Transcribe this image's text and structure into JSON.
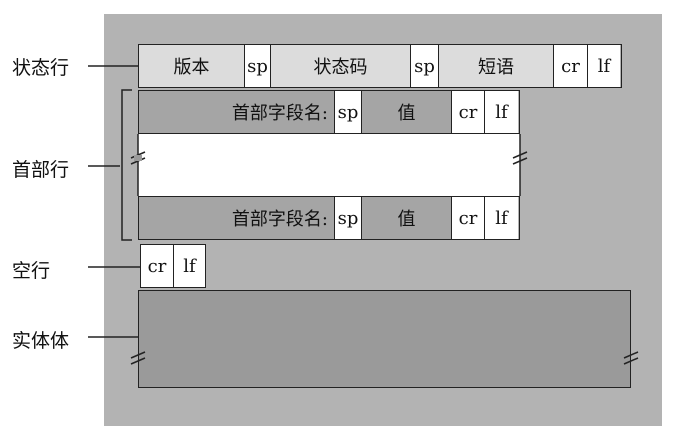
{
  "labels": {
    "status_line": "状态行",
    "header_lines": "首部行",
    "blank_line": "空行",
    "entity_body": "实体体"
  },
  "status_row": {
    "version": "版本",
    "sp1": "sp",
    "status_code": "状态码",
    "sp2": "sp",
    "phrase": "短语",
    "cr": "cr",
    "lf": "lf"
  },
  "header_row_1": {
    "field_name": "首部字段名:",
    "sp": "sp",
    "value": "值",
    "cr": "cr",
    "lf": "lf"
  },
  "header_row_2": {
    "field_name": "首部字段名:",
    "sp": "sp",
    "value": "值",
    "cr": "cr",
    "lf": "lf"
  },
  "blank_row": {
    "cr": "cr",
    "lf": "lf"
  },
  "colors": {
    "panel": "#b3b3b3",
    "light_cell": "#dcdcdc",
    "dark_cell": "#a5a5a5",
    "white_cell": "#ffffff"
  }
}
